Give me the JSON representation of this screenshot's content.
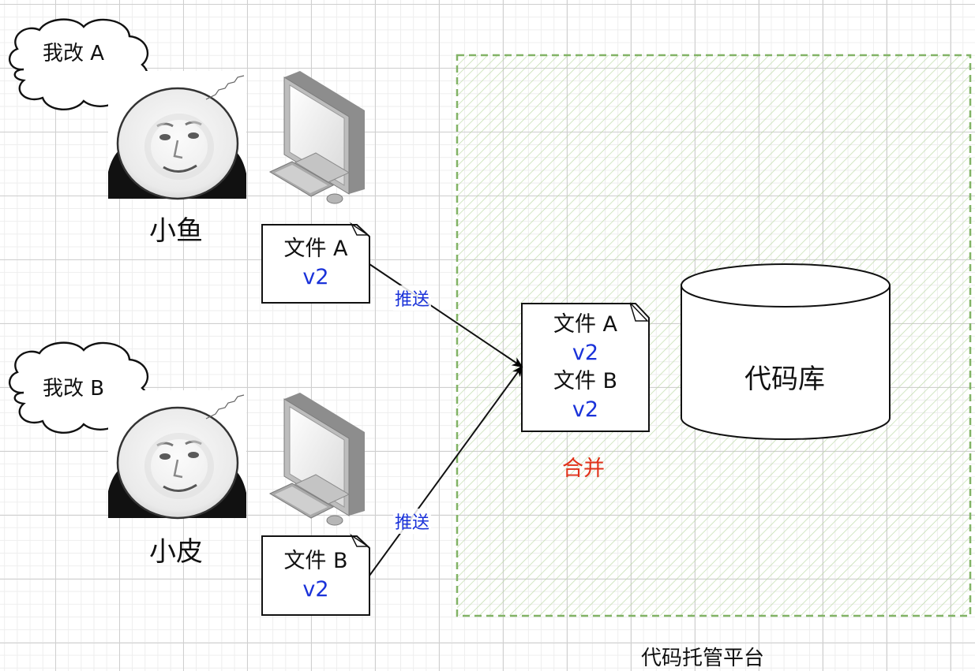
{
  "people": [
    {
      "id": "xiaoyu",
      "name": "小鱼",
      "thought": "我改 A"
    },
    {
      "id": "xiaopi",
      "name": "小皮",
      "thought": "我改 B"
    }
  ],
  "documents": [
    {
      "id": "doc-a",
      "lines": [
        {
          "file": "文件 A",
          "version": "v2"
        }
      ]
    },
    {
      "id": "doc-b",
      "lines": [
        {
          "file": "文件 B",
          "version": "v2"
        }
      ]
    },
    {
      "id": "doc-merged",
      "lines": [
        {
          "file": "文件 A",
          "version": "v2"
        },
        {
          "file": "文件 B",
          "version": "v2"
        }
      ]
    }
  ],
  "edges": [
    {
      "from": "doc-a",
      "to": "doc-merged",
      "label": "推送"
    },
    {
      "from": "doc-b",
      "to": "doc-merged",
      "label": "推送"
    }
  ],
  "merge_label": "合并",
  "repository_label": "代码库",
  "platform_label": "代码托管平台",
  "colors": {
    "version_text": "#1a32d9",
    "edge_label": "#1a32d9",
    "merge_label": "#e0321a",
    "platform_border": "#82b366",
    "platform_hatch": "#b9d8a2",
    "grid": "#cfcfcf"
  },
  "icons": [
    "thought-cloud-icon",
    "meme-face-avatar-icon",
    "desktop-computer-icon",
    "document-icon",
    "database-cylinder-icon",
    "arrow-icon"
  ]
}
